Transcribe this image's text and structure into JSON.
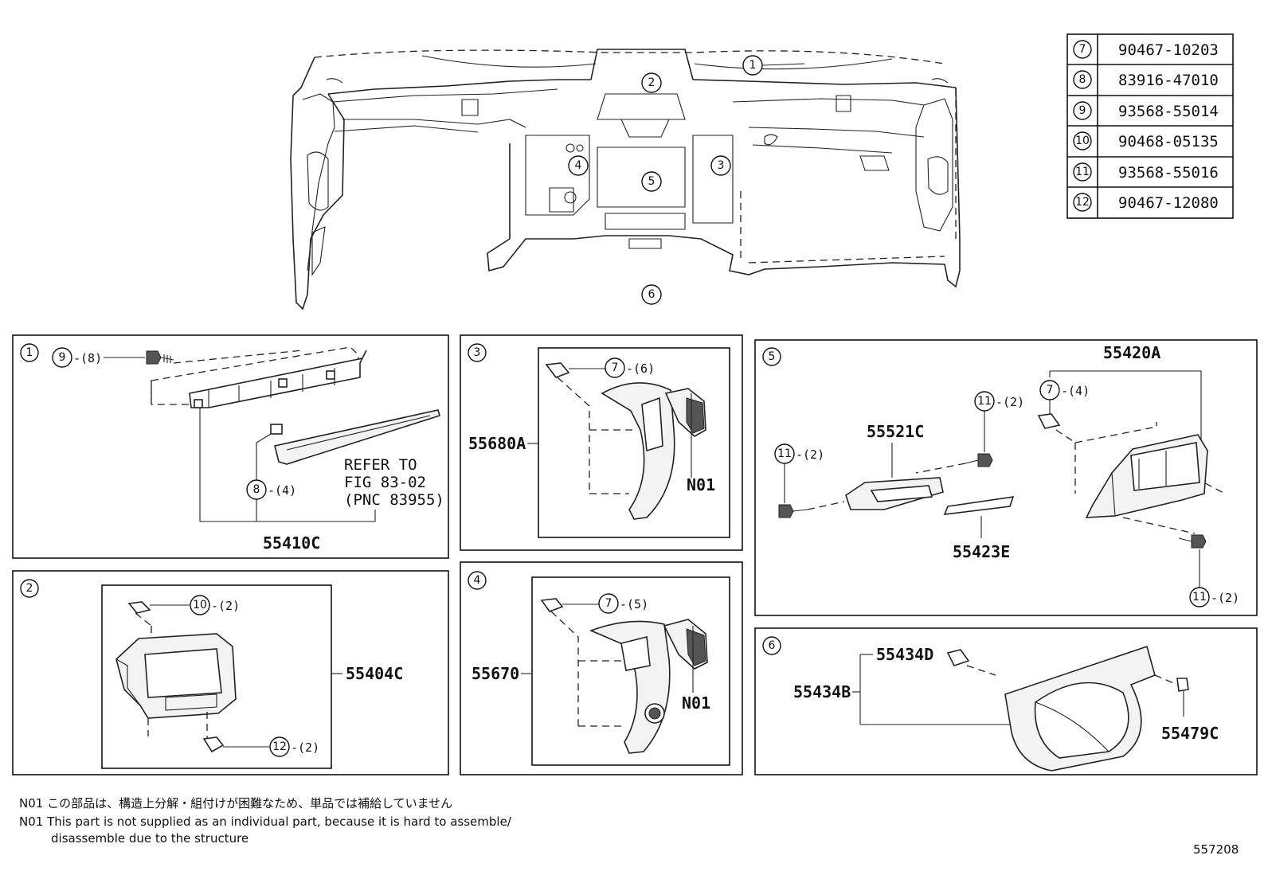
{
  "drawing_id": "557208",
  "overview": {
    "callouts": [
      "1",
      "2",
      "3",
      "4",
      "5",
      "6"
    ]
  },
  "parts_table": [
    {
      "ref": "7",
      "part_no": "90467-10203"
    },
    {
      "ref": "8",
      "part_no": "83916-47010"
    },
    {
      "ref": "9",
      "part_no": "93568-55014"
    },
    {
      "ref": "10",
      "part_no": "90468-05135"
    },
    {
      "ref": "11",
      "part_no": "93568-55016"
    },
    {
      "ref": "12",
      "part_no": "90467-12080"
    }
  ],
  "panels": {
    "p1": {
      "ref": "1",
      "screw": "9",
      "screw_qty": "-(8)",
      "clip": "8",
      "clip_qty": "-(4)",
      "assembly": "55410C",
      "refer": [
        "REFER TO",
        "FIG 83-02",
        "(PNC 83955)"
      ]
    },
    "p2": {
      "ref": "2",
      "clip_a": "10",
      "clip_a_qty": "-(2)",
      "clip_b": "12",
      "clip_b_qty": "-(2)",
      "assembly": "55404C"
    },
    "p3": {
      "ref": "3",
      "clip": "7",
      "clip_qty": "-(6)",
      "assembly": "55680A",
      "sub": "N01"
    },
    "p4": {
      "ref": "4",
      "clip": "7",
      "clip_qty": "-(5)",
      "assembly": "55670",
      "sub": "N01"
    },
    "p5": {
      "ref": "5",
      "screw_left": "11",
      "screw_left_qty": "-(2)",
      "screw_mid": "11",
      "screw_mid_qty": "-(2)",
      "clip": "7",
      "clip_qty": "-(4)",
      "screw_right": "11",
      "screw_right_qty": "-(2)",
      "assembly_right": "55420A",
      "part_box": "55521C",
      "part_pad": "55423E"
    },
    "p6": {
      "ref": "6",
      "part_clip": "55434D",
      "assembly": "55434B",
      "part_clip_r": "55479C"
    }
  },
  "notes": [
    "N01 この部品は、構造上分解・組付けが困難なため、単品では補給していません",
    "N01 This part is not supplied as an individual part, because it is hard to assemble/",
    "disassemble due to the structure"
  ]
}
